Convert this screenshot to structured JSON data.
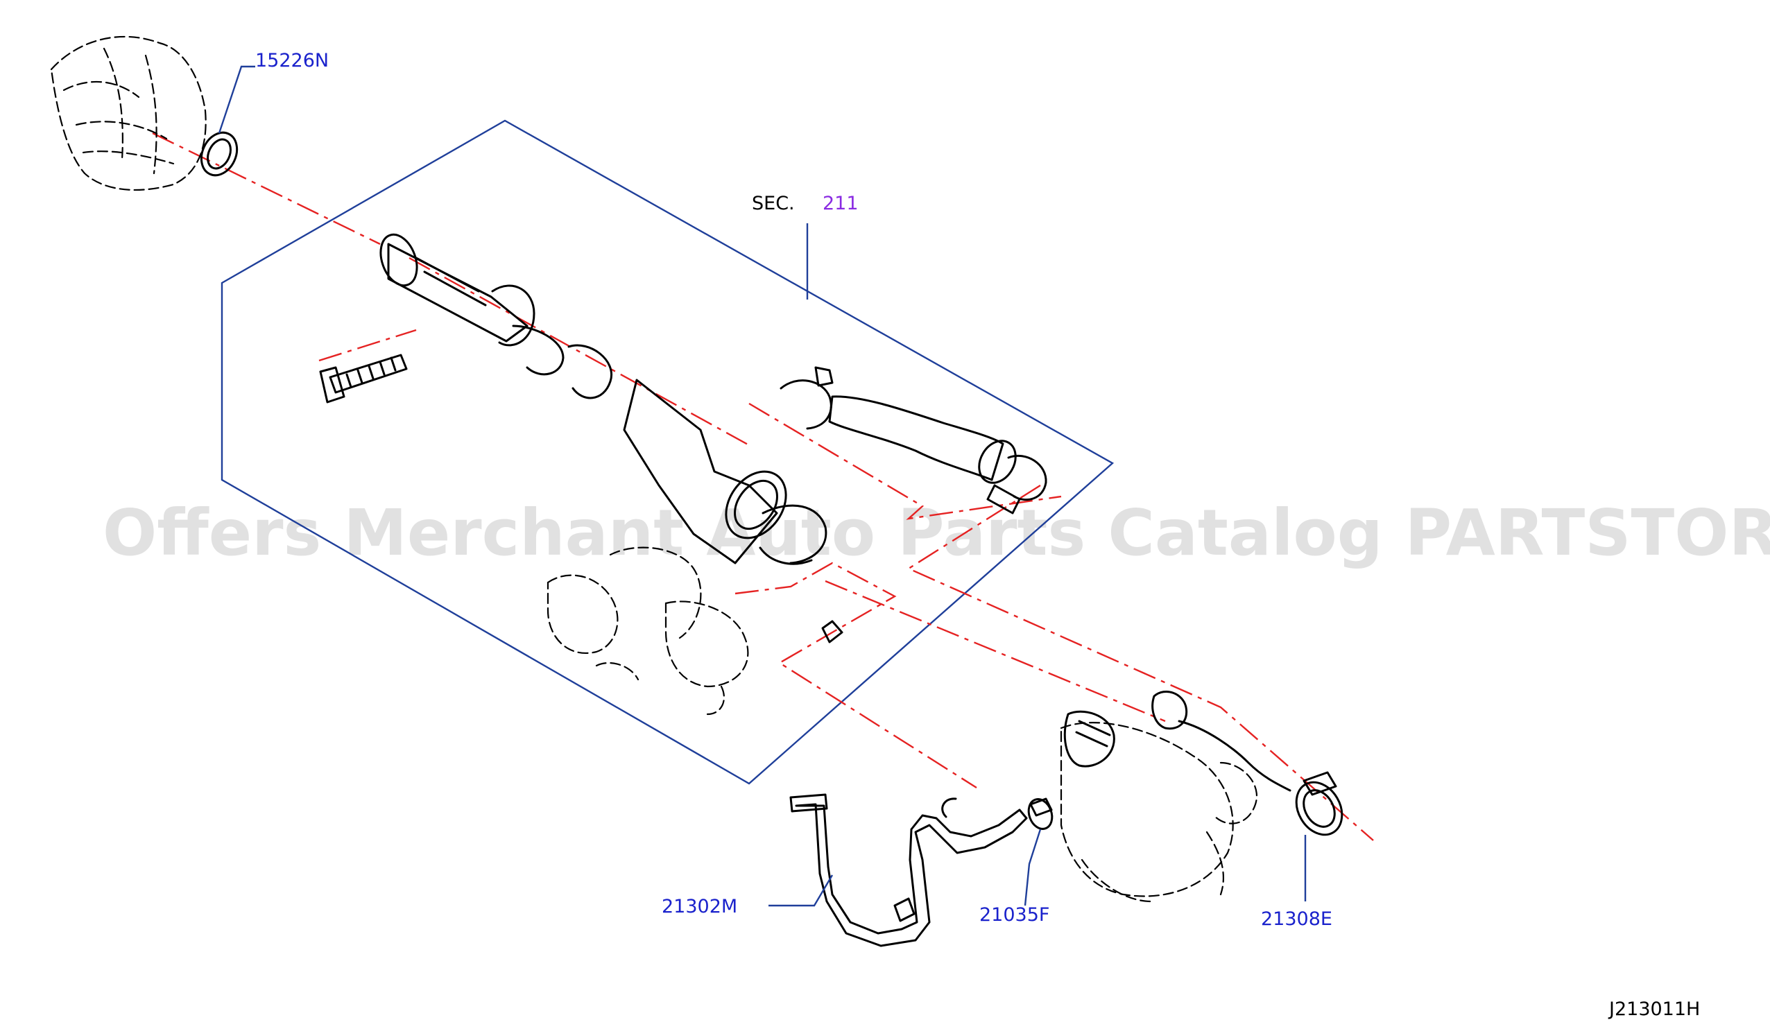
{
  "watermark": "Offers Merchant Auto Parts Catalog PARTSTORE.SA",
  "section_ref": {
    "prefix": "SEC.",
    "number": "211"
  },
  "callouts": [
    {
      "id": "15226N",
      "label": "15226N"
    },
    {
      "id": "21302M",
      "label": "21302M"
    },
    {
      "id": "21035F",
      "label": "21035F"
    },
    {
      "id": "21308E",
      "label": "21308E"
    }
  ],
  "diagram_code": "J213011H",
  "colors": {
    "leader": "#1f3f9a",
    "callout_text": "#1a22cc",
    "section_number": "#8a2be2",
    "centerline": "#e52222"
  }
}
